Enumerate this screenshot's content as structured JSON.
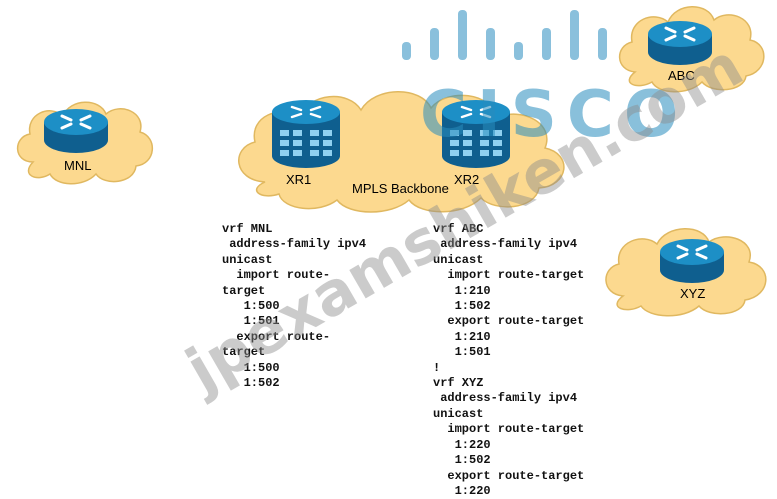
{
  "nodes": {
    "mnl": {
      "label": "MNL"
    },
    "abc": {
      "label": "ABC"
    },
    "xyz": {
      "label": "XYZ"
    },
    "xr1": {
      "label": "XR1"
    },
    "xr2": {
      "label": "XR2"
    }
  },
  "backbone": {
    "label": "MPLS Backbone"
  },
  "config": {
    "left": "vrf MNL\n address-family ipv4\nunicast\n  import route-\ntarget\n   1:500\n   1:501\n  export route-\ntarget\n   1:500\n   1:502",
    "right": "vrf ABC\n address-family ipv4\nunicast\n  import route-target\n   1:210\n   1:502\n  export route-target\n   1:210\n   1:501\n!\nvrf XYZ\n address-family ipv4\nunicast\n  import route-target\n   1:220\n   1:502\n  export route-target\n   1:220"
  },
  "watermark": {
    "brand": "CISCO",
    "site": "jpexamshiken.com"
  },
  "colors": {
    "cloud_fill": "#fcd98f",
    "cloud_stroke": "#e0b860",
    "router_blue": "#1d8fc6",
    "router_dark": "#0f5f8f",
    "cisco_blue": "#2a8cc0"
  }
}
